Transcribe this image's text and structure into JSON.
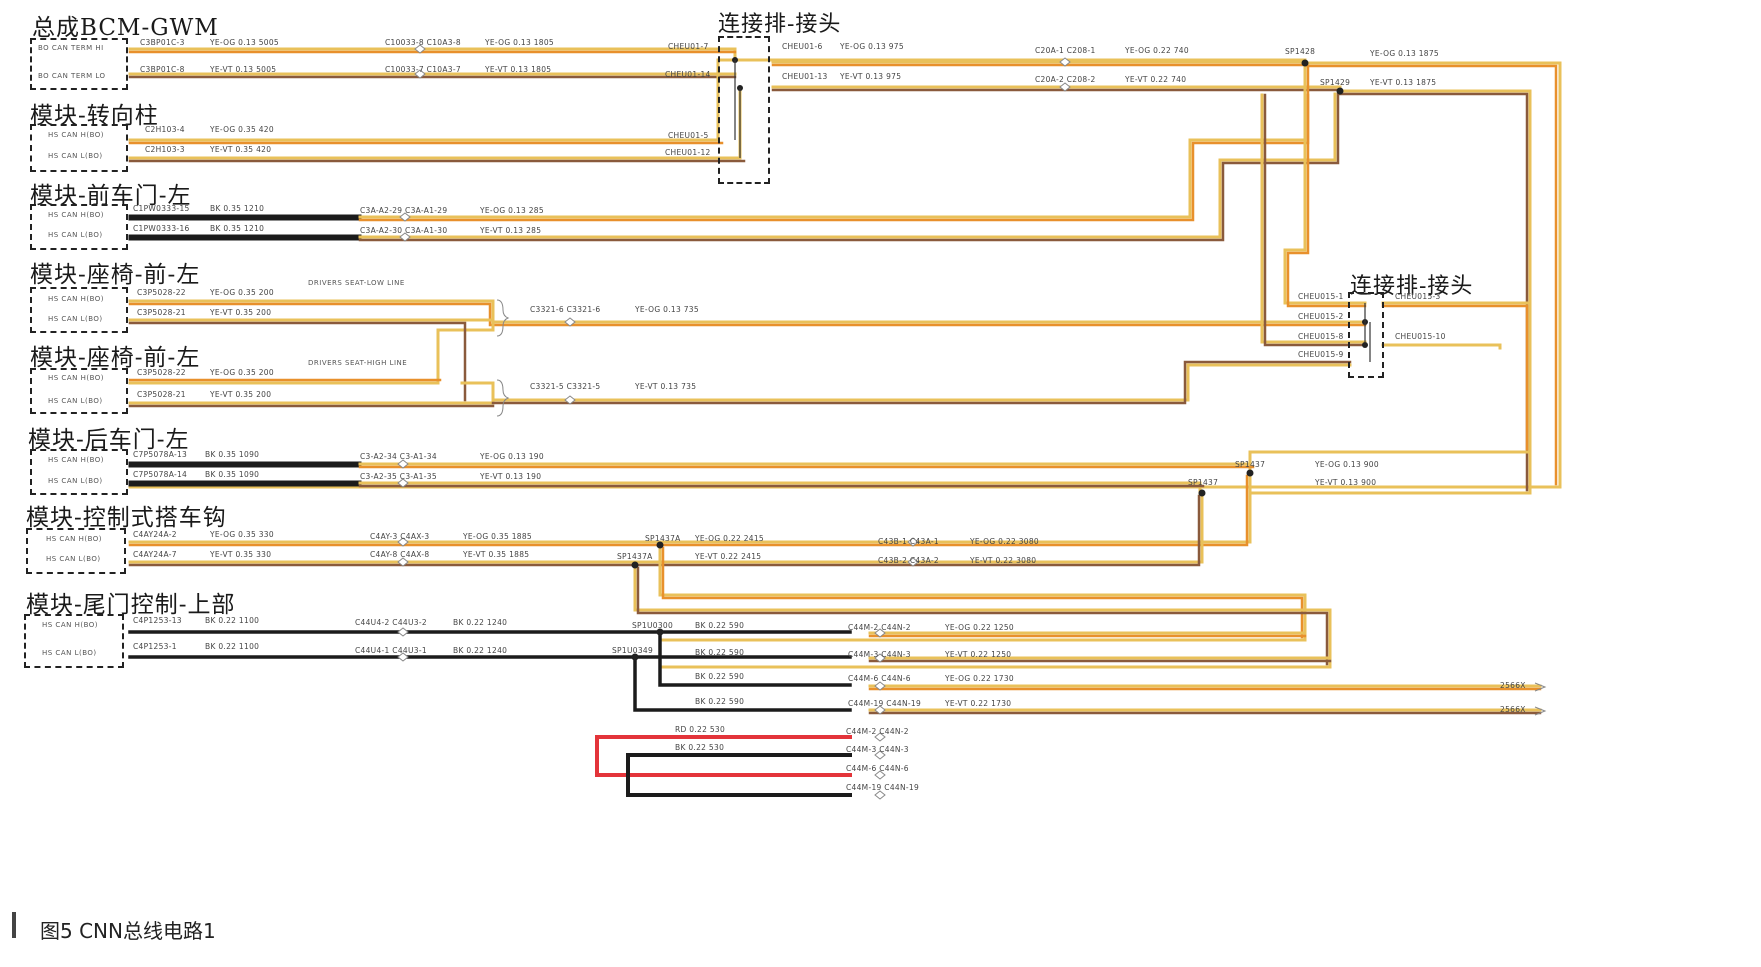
{
  "modules": [
    {
      "id": "bcm",
      "title": "总成BCM-GWM",
      "pins": [
        "BO CAN TERM HI",
        "BO CAN TERM LO"
      ]
    },
    {
      "id": "steer",
      "title": "模块-转向柱",
      "pins": [
        "HS CAN H(BO)",
        "HS CAN L(BO)"
      ]
    },
    {
      "id": "fdl",
      "title": "模块-前车门-左",
      "pins": [
        "HS CAN H(BO)",
        "HS CAN L(BO)"
      ]
    },
    {
      "id": "seat1",
      "title": "模块-座椅-前-左",
      "pins": [
        "HS CAN H(BO)",
        "HS CAN L(BO)"
      ]
    },
    {
      "id": "seat2",
      "title": "模块-座椅-前-左",
      "pins": [
        "HS CAN H(BO)",
        "HS CAN L(BO)"
      ]
    },
    {
      "id": "rdl",
      "title": "模块-后车门-左",
      "pins": [
        "HS CAN H(BO)",
        "HS CAN L(BO)"
      ]
    },
    {
      "id": "tow",
      "title": "模块-控制式搭车钩",
      "pins": [
        "HS CAN H(BO)",
        "HS CAN L(BO)"
      ]
    },
    {
      "id": "tail",
      "title": "模块-尾门控制-上部",
      "pins": [
        "HS CAN H(BO)",
        "HS CAN L(BO)"
      ]
    }
  ],
  "junctions": [
    {
      "id": "j1",
      "title": "连接排-接头"
    },
    {
      "id": "j2",
      "title": "连接排-接头"
    }
  ],
  "notes": {
    "seat_low": "DRIVERS SEAT-LOW LINE",
    "seat_high": "DRIVERS SEAT-HIGH LINE"
  },
  "wire_labels": [
    "C3BP01C-3",
    "YE-OG  0.13  5005",
    "C10033-8  C10A3-8",
    "YE-OG  0.13  1805",
    "CHEU01-7",
    "C3BP01C-8",
    "YE-VT  0.13  5005",
    "C10033-7  C10A3-7",
    "YE-VT  0.13  1805",
    "CHEU01-14",
    "CHEU01-6",
    "YE-OG  0.13  975",
    "C20A-1  C208-1",
    "YE-OG  0.22  740",
    "SP1428",
    "CHEU01-13",
    "YE-VT  0.13  975",
    "C20A-2  C208-2",
    "YE-VT  0.22  740",
    "SP1429",
    "C2H103-4",
    "YE-OG  0.35  420",
    "CHEU01-5",
    "C2H103-3",
    "YE-VT  0.35  420",
    "CHEU01-12",
    "C1PW0333-15",
    "BK  0.35  1210",
    "C3A-A2-29  C3A-A1-29",
    "YE-OG  0.13  285",
    "C1PW0333-16",
    "BK  0.35  1210",
    "C3A-A2-30  C3A-A1-30",
    "YE-VT  0.13  285",
    "YE-OG  0.13  1875",
    "YE-VT  0.13  1875",
    "C3P5028-22",
    "YE-OG  0.35  200",
    "C3P5028-21",
    "YE-VT  0.35  200",
    "C3321-6  C3321-6",
    "YE-OG  0.13  735",
    "C3P5028-22",
    "YE-OG  0.35  200",
    "C3P5028-21",
    "YE-VT  0.35  200",
    "C3321-5  C3321-5",
    "YE-VT  0.13  735",
    "CHEU015-1",
    "CHEU015-2",
    "CHEU015-8",
    "CHEU015-9",
    "CHEU015-3",
    "CHEU015-10",
    "C7P5078A-13",
    "BK  0.35  1090",
    "C3-A2-34  C3-A1-34",
    "YE-OG  0.13  190",
    "C7P5078A-14",
    "BK  0.35  1090",
    "C3-A2-35  C3-A1-35",
    "YE-VT  0.13  190",
    "SP1437",
    "YE-OG  0.13  900",
    "SP1437",
    "YE-VT  0.13  900",
    "C4AY24A-2",
    "YE-OG  0.35  330",
    "C4AY-3  C4AX-3",
    "YE-OG  0.35  1885",
    "SP1437A",
    "YE-OG  0.22  2415",
    "C43B-1  C43A-1",
    "YE-OG  0.22  3080",
    "C4AY24A-7",
    "YE-VT  0.35  330",
    "C4AY-8  C4AX-8",
    "YE-VT  0.35  1885",
    "SP1437A",
    "YE-VT  0.22  2415",
    "C43B-2  C43A-2",
    "YE-VT  0.22  3080",
    "C4P1253-13",
    "BK  0.22  1100",
    "C44U4-2  C44U3-2",
    "BK  0.22  1240",
    "SP1U0300",
    "BK  0.22  590",
    "C44M-2  C44N-2",
    "YE-OG  0.22  1250",
    "C4P1253-1",
    "BK  0.22  1100",
    "C44U4-1  C44U3-1",
    "BK  0.22  1240",
    "SP1U0349",
    "BK  0.22  590",
    "C44M-3  C44N-3",
    "YE-VT  0.22  1250",
    "BK  0.22  590",
    "C44M-6  C44N-6",
    "YE-OG  0.22  1730",
    "2566X",
    "BK  0.22  590",
    "C44M-19  C44N-19",
    "YE-VT  0.22  1730",
    "2566X",
    "RD  0.22  530",
    "C44M-2  C44N-2",
    "BK  0.22  530",
    "C44M-3  C44N-3",
    "C44M-6  C44N-6",
    "C44M-19  C44N-19"
  ],
  "colors": {
    "yellow": "#e9c15a",
    "orange": "#e8902c",
    "brown": "#8a5a3c",
    "black": "#1b1b1b",
    "red": "#e3343a",
    "bg": "#ffffff"
  },
  "caption": "图5   CNN总线电路1"
}
